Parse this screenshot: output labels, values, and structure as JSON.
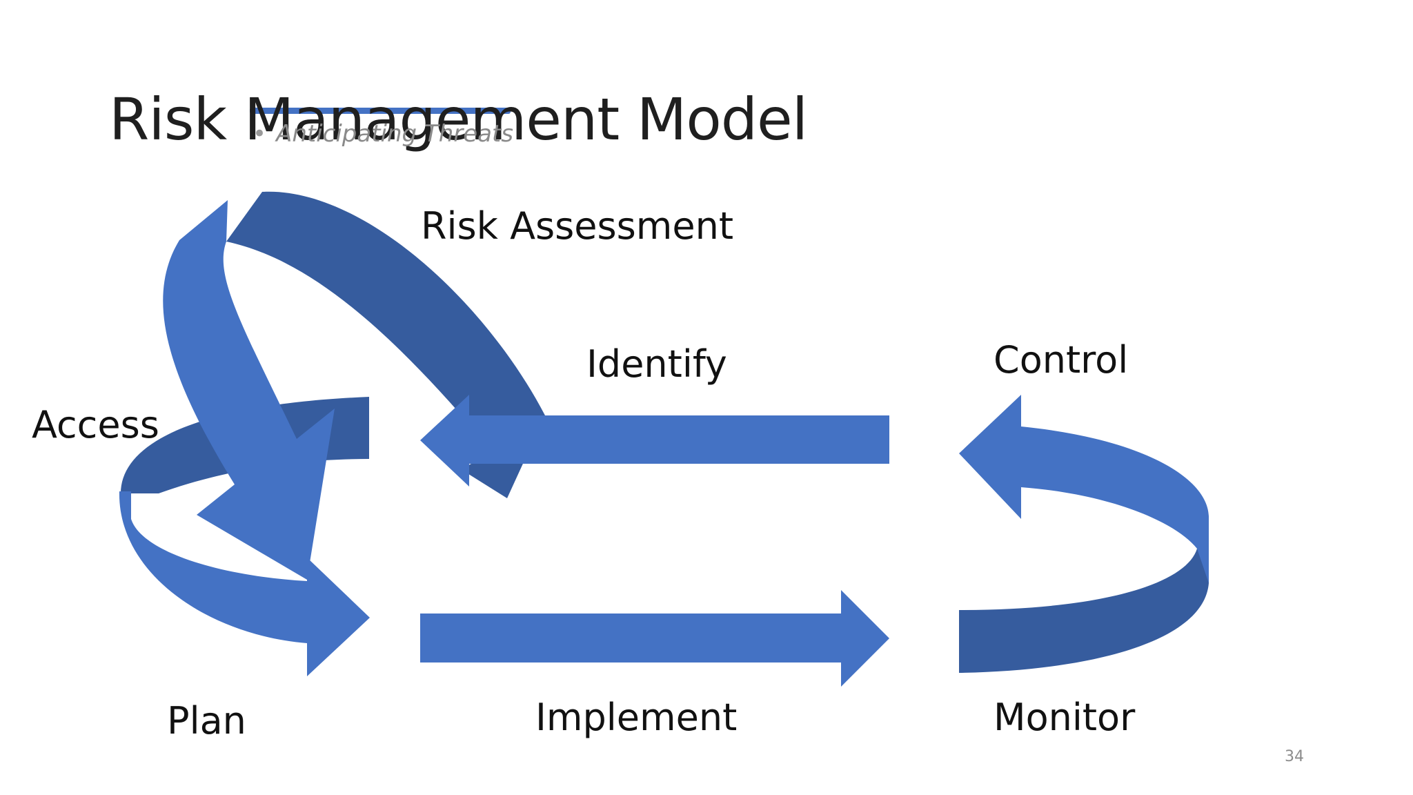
{
  "slide": {
    "title": "Risk Management Model",
    "bullet": "Anticipating Threats",
    "page_number": "34"
  },
  "diagram": {
    "labels": {
      "risk_assessment": "Risk Assessment",
      "identify": "Identify",
      "control": "Control",
      "access": "Access",
      "plan": "Plan",
      "implement": "Implement",
      "monitor": "Monitor"
    },
    "colors": {
      "arrow_fill": "#4472C4",
      "arrow_shade": "#365C9E"
    }
  }
}
